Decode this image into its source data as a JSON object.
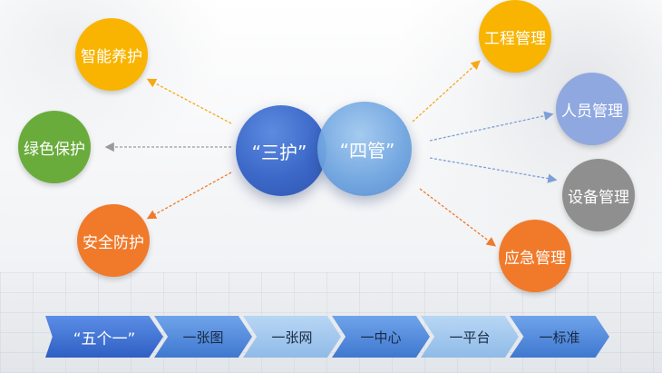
{
  "hub": {
    "left_label": "“三护”",
    "right_label": "“四管”"
  },
  "left_nodes": [
    {
      "label": "智能养护",
      "color": "#f8b400"
    },
    {
      "label": "绿色保护",
      "color": "#6aac3c"
    },
    {
      "label": "安全防护",
      "color": "#f07a2a"
    }
  ],
  "right_nodes": [
    {
      "label": "工程管理",
      "color": "#f8b400"
    },
    {
      "label": "人员管理",
      "color": "#8fa8e0"
    },
    {
      "label": "设备管理",
      "color": "#8f8f8f"
    },
    {
      "label": "应急管理",
      "color": "#f07a2a"
    }
  ],
  "flow": [
    {
      "label": "“五个一”"
    },
    {
      "label": "一张图"
    },
    {
      "label": "一张网"
    },
    {
      "label": "一中心"
    },
    {
      "label": "一平台"
    },
    {
      "label": "一标准"
    }
  ]
}
